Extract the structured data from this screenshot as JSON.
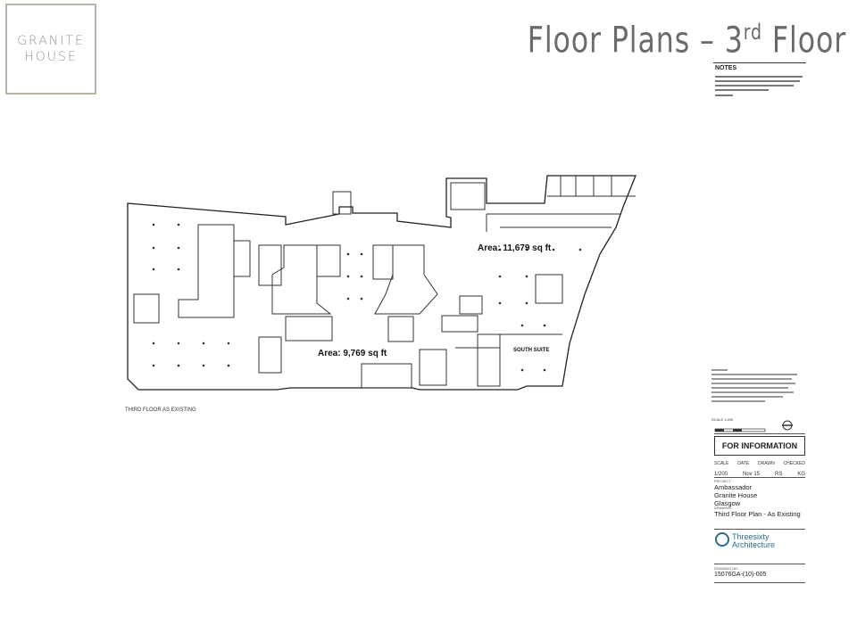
{
  "logo": {
    "line1": "GRANITE",
    "line2": "HOUSE"
  },
  "header": {
    "title": "Floor Plans – 3",
    "title_sup": "rd",
    "title_end": " Floor"
  },
  "notes": {
    "heading": "NOTES"
  },
  "plan": {
    "area_north": "Area: 11,679 sq ft",
    "area_south": "Area: 9,769 sq ft",
    "south_suite": "SOUTH SUITE",
    "caption": "THIRD FLOOR AS EXISTING"
  },
  "title_block": {
    "scale_label": "SCALE 1:200",
    "status": "FOR INFORMATION",
    "headers": [
      "SCALE",
      "DATE",
      "DRAWN",
      "CHECKED"
    ],
    "values": [
      "1/200",
      "Nov 15",
      "RS",
      "KG"
    ],
    "project_label": "PROJECT",
    "project_lines": [
      "Ambassador",
      "Granite House",
      "Glasgow"
    ],
    "drawing_label": "DRAWING",
    "drawing_title": "Third Floor Plan - As Existing",
    "architect_lines": [
      "Threesixty",
      "Architecture"
    ],
    "drawing_no_label": "DRAWING NO.",
    "drawing_no": "15076GA-(10)-005"
  },
  "colors": {
    "logo_border": "#b9b3aa",
    "title": "#6b6b6b",
    "architect": "#2a6d8a",
    "plan_line": "#222222"
  }
}
